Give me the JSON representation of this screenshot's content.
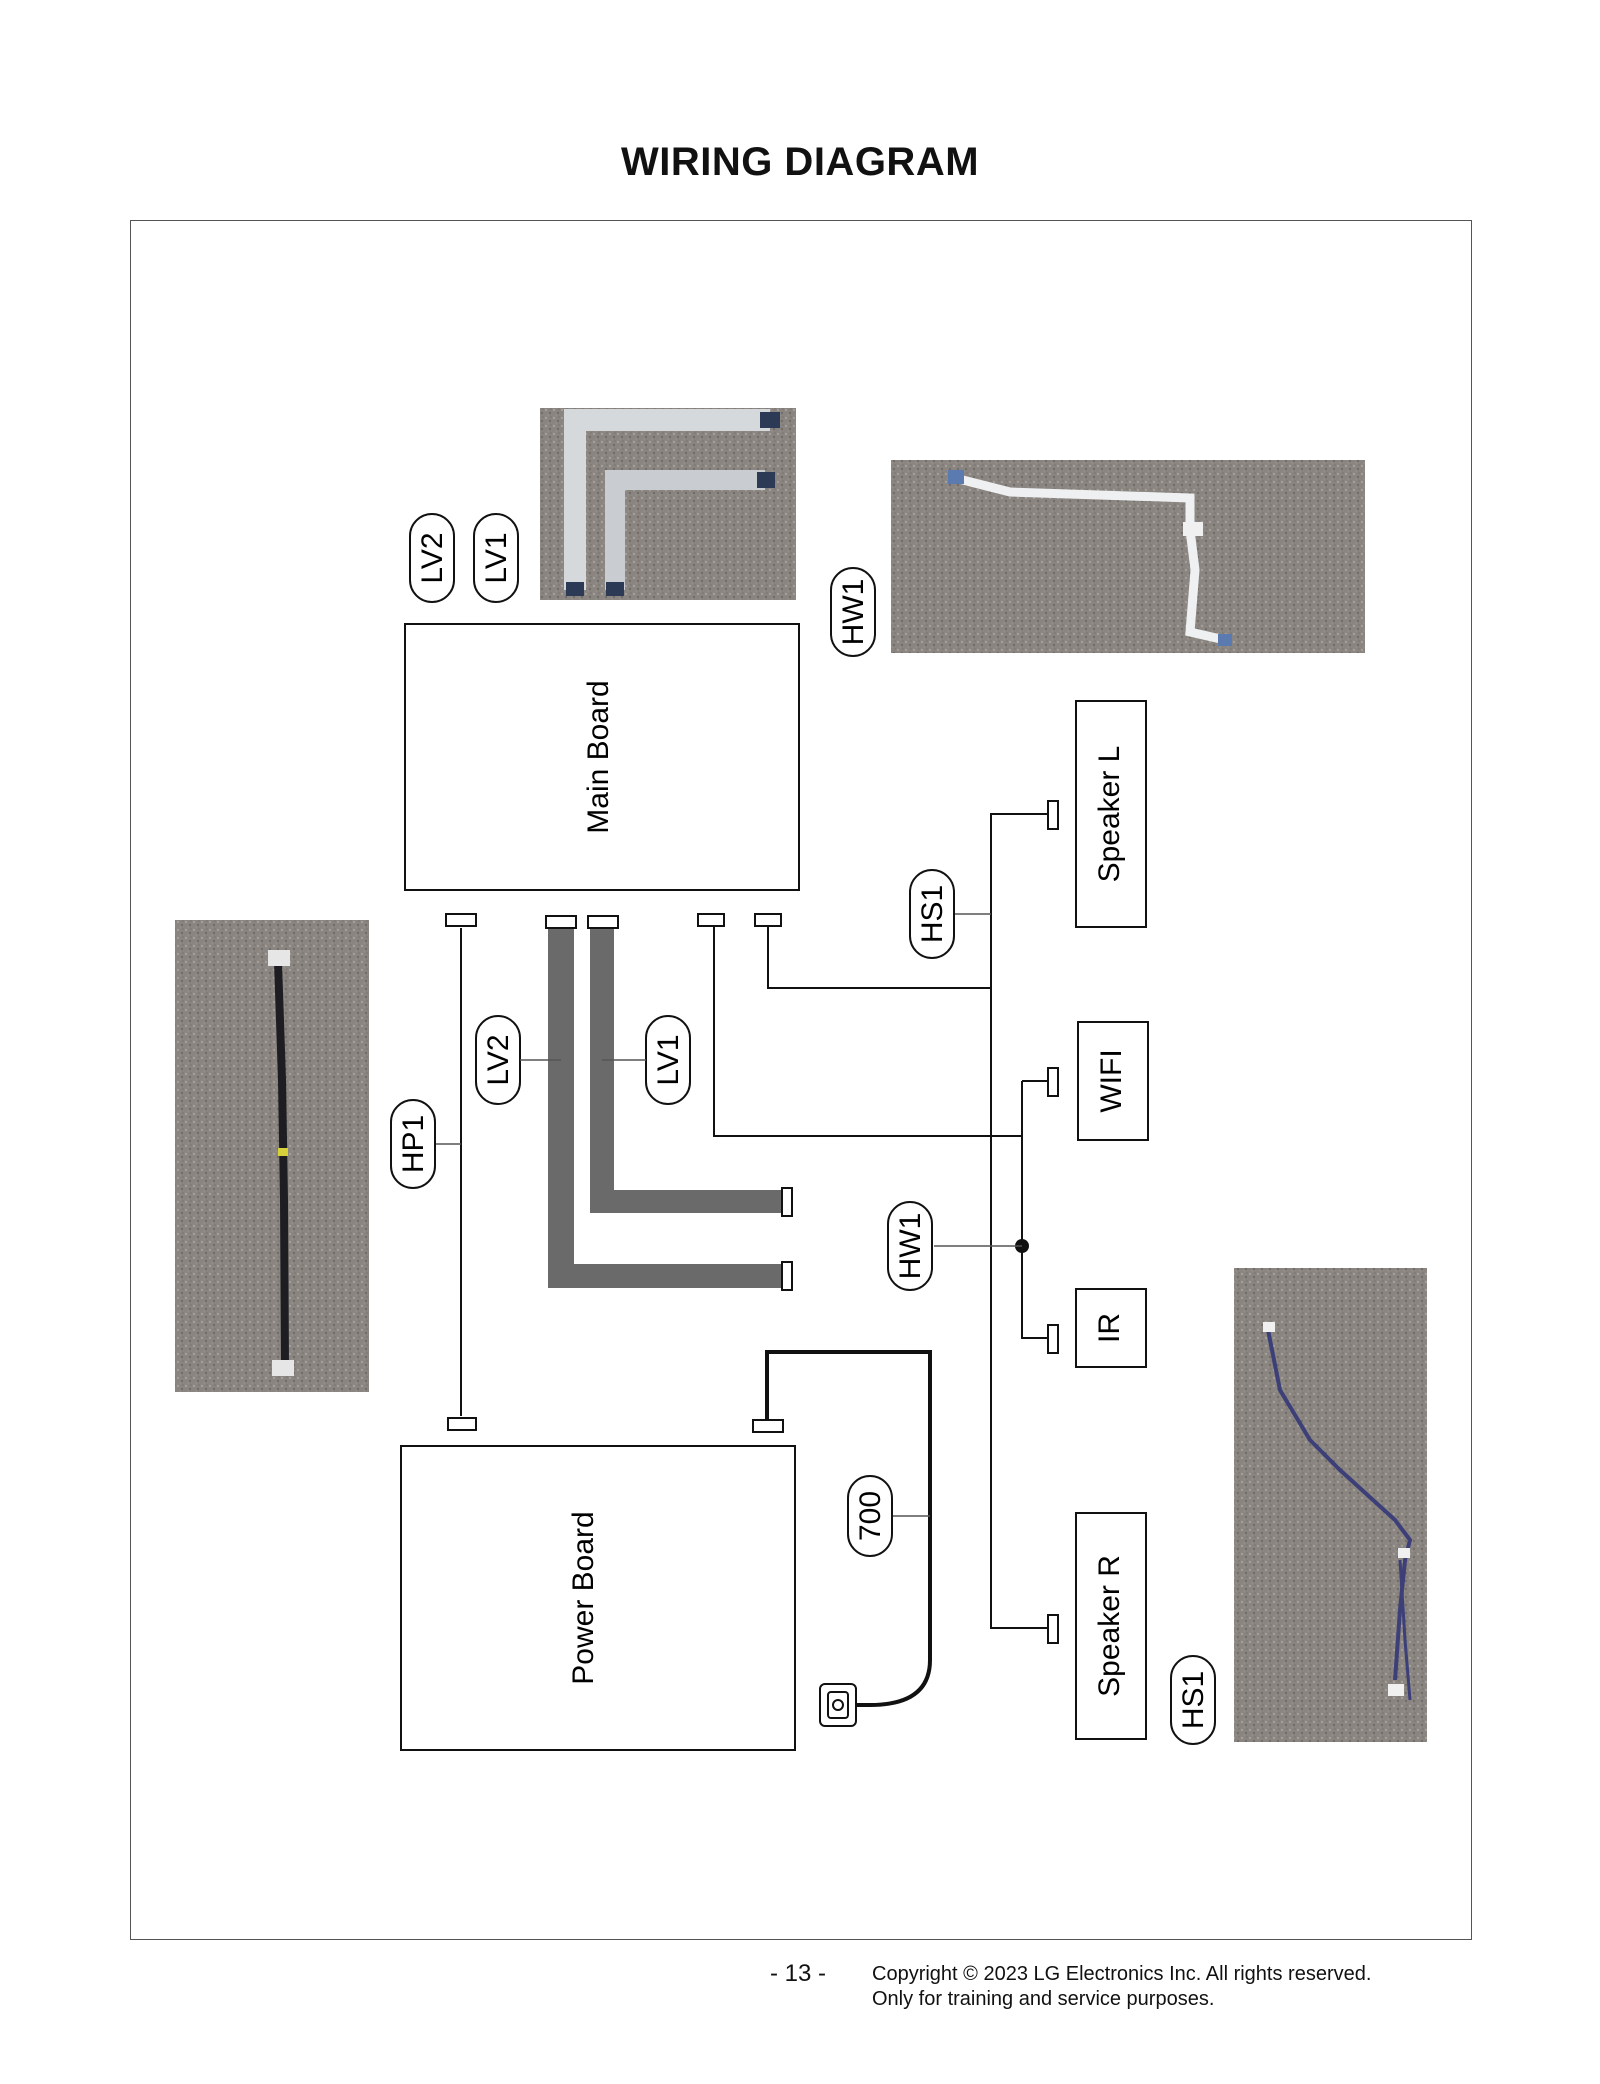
{
  "title": "WIRING DIAGRAM",
  "boards": {
    "main": "Main Board",
    "power": "Power Board"
  },
  "modules": {
    "speaker_l": "Speaker L",
    "wifi": "WIFI",
    "ir": "IR",
    "speaker_r": "Speaker R"
  },
  "cables": {
    "lv1": "LV1",
    "lv2": "LV2",
    "hp1": "HP1",
    "hs1": "HS1",
    "hw1": "HW1",
    "c700": "700"
  },
  "footer": {
    "page": "- 13 -",
    "copyright": "Copyright © 2023 LG Electronics Inc. All rights reserved.",
    "usage": "Only for training and service purposes."
  }
}
